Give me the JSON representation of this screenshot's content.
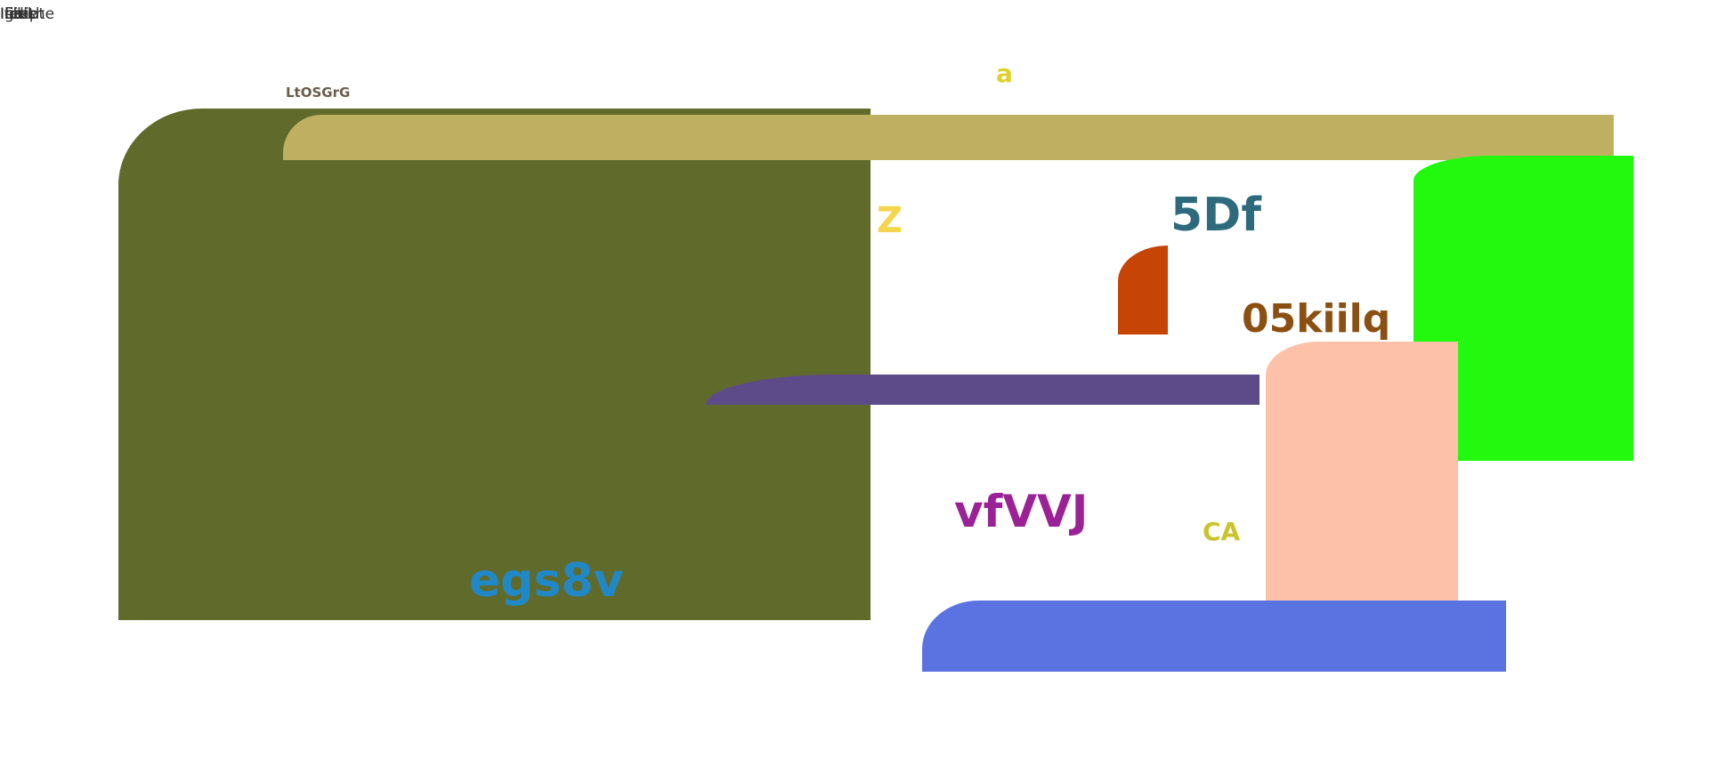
{
  "corner_text": [
    "Is",
    "Ib",
    "Ifcel",
    "Iiilk",
    "Ifie",
    "Igale",
    "Itekt",
    "Ihieshe",
    "Itcript"
  ],
  "labels": {
    "ltosgrg": "LtOSGrG",
    "a": "a",
    "z": "Z",
    "fivedf": "5Df",
    "zerofivekiilq": "05kiilq",
    "vfvvj": "vfVVJ",
    "ca": "CA",
    "egs8v": "egs8v"
  },
  "colors": {
    "olive": "#606b2b",
    "khaki": "#bfb061",
    "green": "#22f90f",
    "orange": "#c54406",
    "purple": "#5d4b89",
    "peach": "#fdc0a8",
    "blue": "#5a73e0"
  }
}
